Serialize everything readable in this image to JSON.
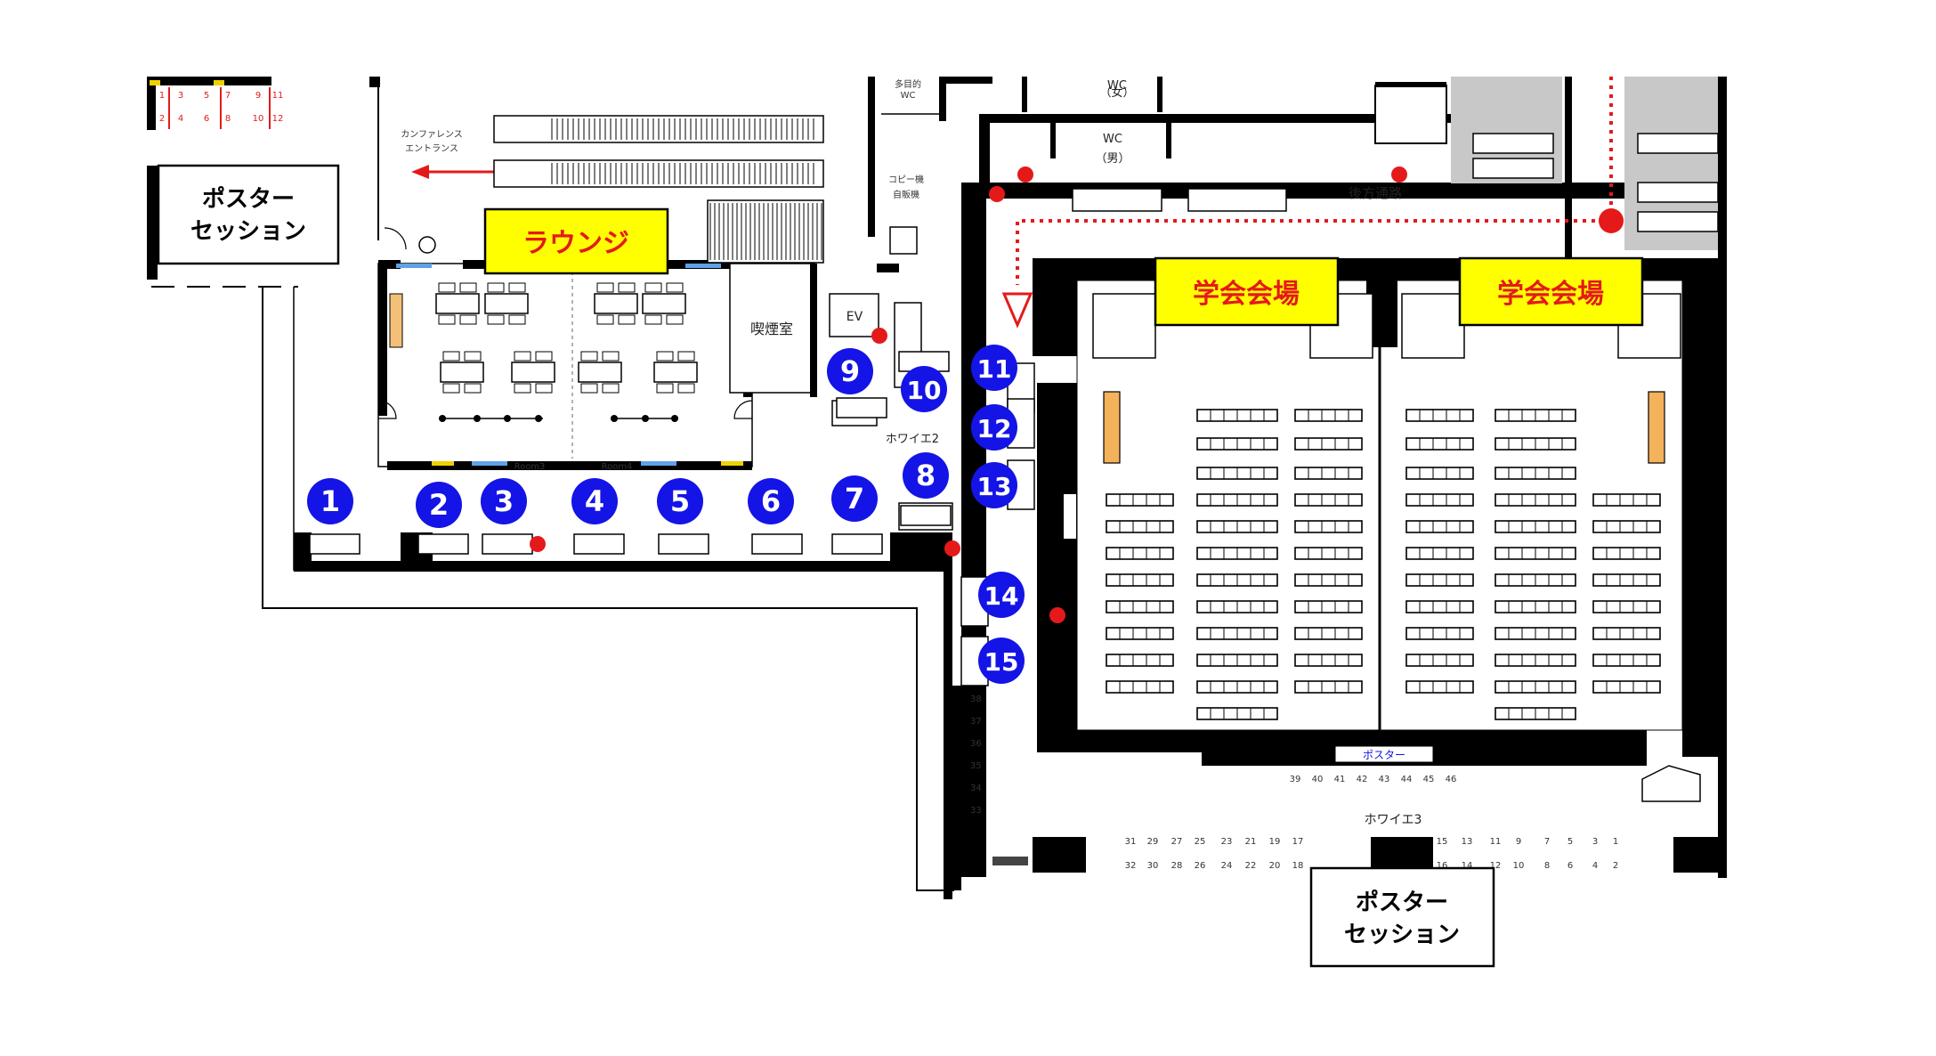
{
  "title": "",
  "labels": {
    "lounge": "ラウンジ",
    "conference_hall_1": "学会会場",
    "conference_hall_2": "学会会場",
    "poster_session_left_line1": "ポスター",
    "poster_session_left_line2": "セッション",
    "poster_session_bottom_line1": "ポスター",
    "poster_session_bottom_line2": "セッション",
    "conference_entrance_line1": "カンファレンス",
    "conference_entrance_line2": "エントランス",
    "smoking_room": "喫煙室",
    "ev": "EV",
    "foyer2": "ホワイエ2",
    "foyer3": "ホワイエ3",
    "room3": "Room3",
    "room4": "Room4",
    "rear_passage": "後方通路",
    "wc_women_a": "WC",
    "wc_women_b": "（女）",
    "wc_men_a": "WC",
    "wc_men_b": "（男）",
    "copy_machine": "コピー機",
    "vending_machine": "自販機",
    "poster_strip": "ポスター",
    "multi_wc_a": "多目的",
    "multi_wc_b": "WC"
  },
  "booths": [
    "1",
    "2",
    "3",
    "4",
    "5",
    "6",
    "7",
    "8",
    "9",
    "10",
    "11",
    "12",
    "13",
    "14",
    "15"
  ],
  "poster_numbers_left_top": [
    "1",
    "3",
    "5",
    "7",
    "9",
    "11"
  ],
  "poster_numbers_left_bottom": [
    "2",
    "4",
    "6",
    "8",
    "10",
    "12"
  ],
  "poster_numbers_right_vertical": [
    "38",
    "37",
    "36",
    "35",
    "34",
    "33"
  ],
  "poster_numbers_bottom_strip": [
    "39",
    "40",
    "41",
    "42",
    "43",
    "44",
    "45",
    "46"
  ],
  "poster_numbers_foyer3_top": [
    "31",
    "29",
    "27",
    "25",
    "23",
    "21",
    "19",
    "17",
    "15",
    "13",
    "11",
    "9",
    "7",
    "5",
    "3",
    "1"
  ],
  "poster_numbers_foyer3_bottom": [
    "32",
    "30",
    "28",
    "26",
    "24",
    "22",
    "20",
    "18",
    "16",
    "14",
    "12",
    "10",
    "8",
    "6",
    "4",
    "2"
  ],
  "colors": {
    "booth_marker": "#1414e6",
    "label_fill": "#ffff00",
    "label_text": "#e41a1a",
    "route": "#e41a1a",
    "wall": "#000000",
    "corridor_gray": "#c8c8c8"
  }
}
